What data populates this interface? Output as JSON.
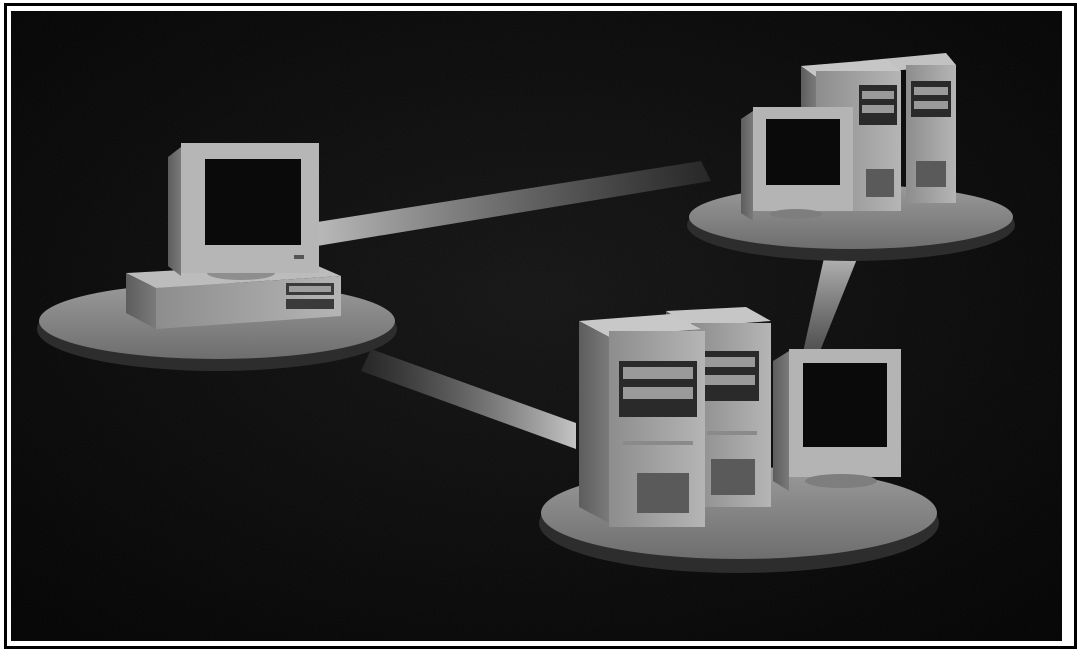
{
  "image": {
    "kind": "grayscale-illustration",
    "subject": "networked-computers",
    "colors": {
      "background": "#050505",
      "frame": "#000000",
      "casing": "#a9a9a9",
      "platform": "#8c8c8c",
      "beam": "#bdbdbd"
    }
  },
  "nodes": [
    {
      "id": "workstation",
      "monitors": 1,
      "towers": 0,
      "desktop_base": true
    },
    {
      "id": "server-cluster-top",
      "monitors": 1,
      "towers": 2
    },
    {
      "id": "server-cluster-bottom",
      "monitors": 1,
      "towers": 2
    }
  ],
  "links": [
    {
      "from": "workstation",
      "to": "server-cluster-top"
    },
    {
      "from": "workstation",
      "to": "server-cluster-bottom"
    },
    {
      "from": "server-cluster-top",
      "to": "server-cluster-bottom"
    }
  ]
}
